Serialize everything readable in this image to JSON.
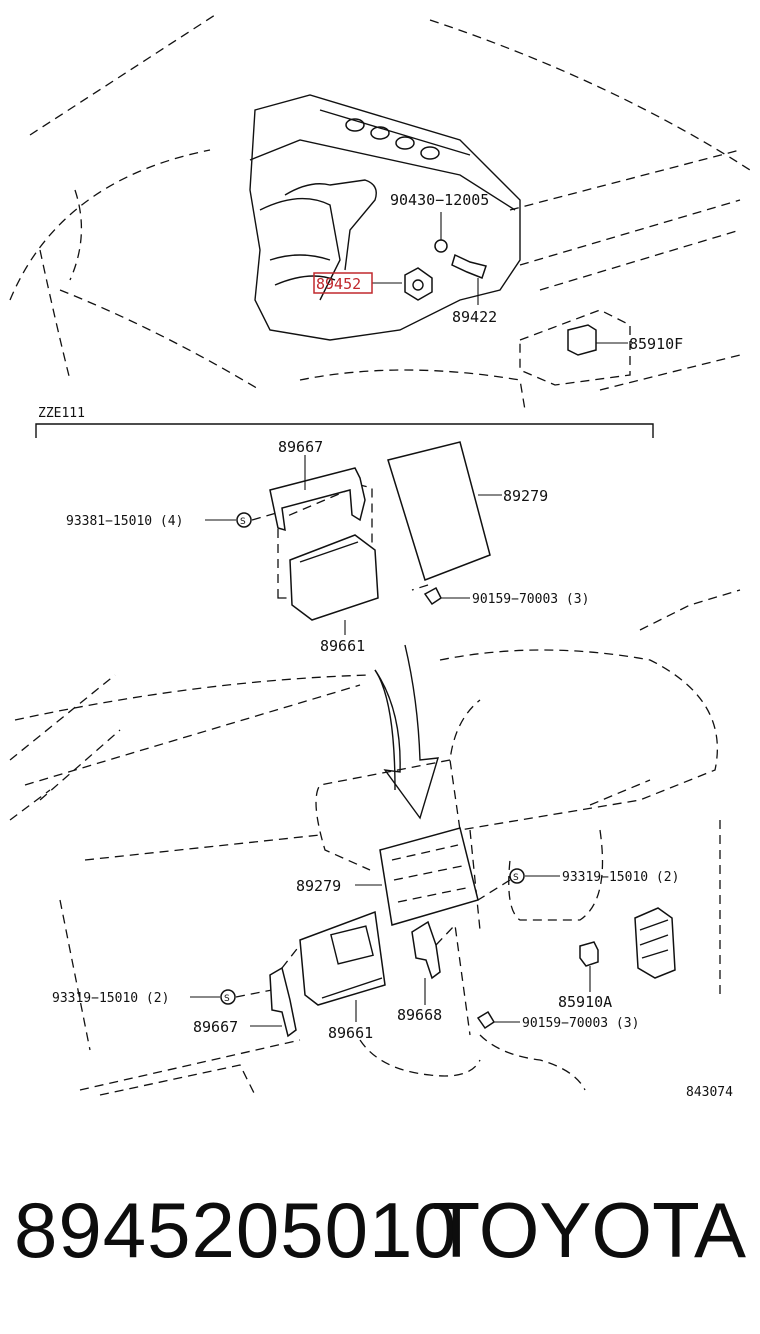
{
  "diagram": {
    "highlighted_part": "89452",
    "section_label": "ZZE111",
    "figure_code": "843074",
    "labels": {
      "p90430": "90430−12005",
      "p89422": "89422",
      "p85910F": "85910F",
      "p89667_top": "89667",
      "p89279_top": "89279",
      "p93381": "93381−15010 (4)",
      "p90159_top": "90159−70003 (3)",
      "p89661_top": "89661",
      "p89279_bot": "89279",
      "p93319_right": "93319−15010 (2)",
      "p93319_left": "93319−15010 (2)",
      "p85910A": "85910A",
      "p89667_bot": "89667",
      "p89661_bot": "89661",
      "p89668": "89668",
      "p90159_bot": "90159−70003 (3)"
    },
    "highlight_color": "#c0282d"
  },
  "caption": {
    "part_number": "8945205010",
    "brand": "TOYOTA"
  }
}
